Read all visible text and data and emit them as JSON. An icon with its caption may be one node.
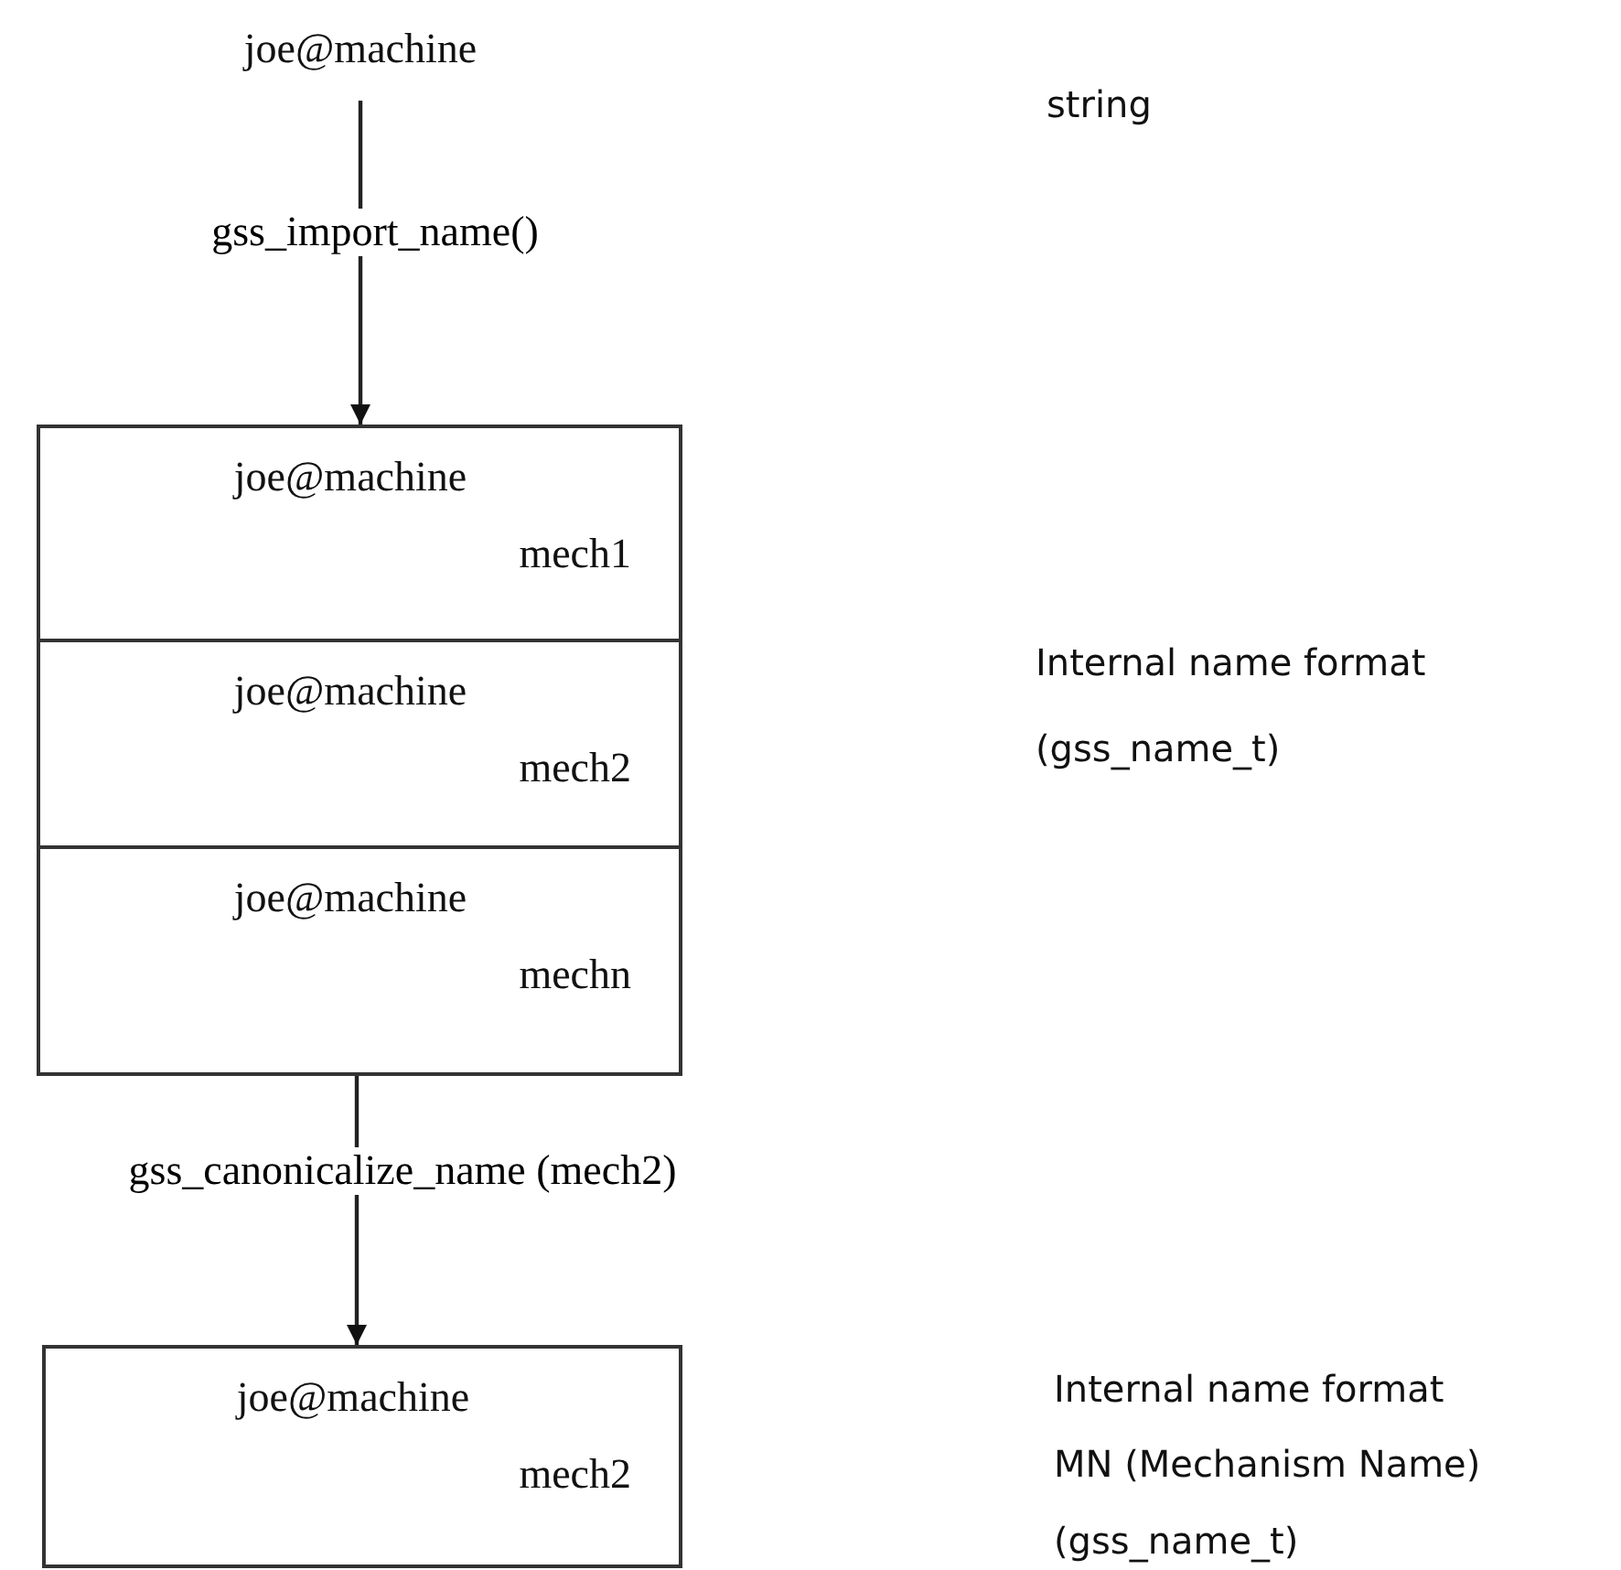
{
  "diagram": {
    "nodes": [
      {
        "text": [
          "joe@machine"
        ]
      },
      {
        "text": [
          "joe@machine",
          "mech1"
        ]
      },
      {
        "text": [
          "joe@machine",
          "mech2"
        ]
      },
      {
        "text": [
          "joe@machine",
          "mechn"
        ]
      },
      {
        "text": [
          "joe@machine",
          "mech2"
        ]
      }
    ],
    "edges": [
      {
        "from": 0,
        "to": 1,
        "arrow": "to",
        "label": "gss_import_name()"
      },
      {
        "from": 3,
        "to": 4,
        "arrow": "to",
        "label": "gss_canonicalize_name (mech2)"
      }
    ],
    "labels": [
      "string",
      "Internal name format",
      "(gss_name_t)",
      "Internal name format",
      "MN (Mechanism Name)",
      "(gss_name_t)"
    ]
  }
}
